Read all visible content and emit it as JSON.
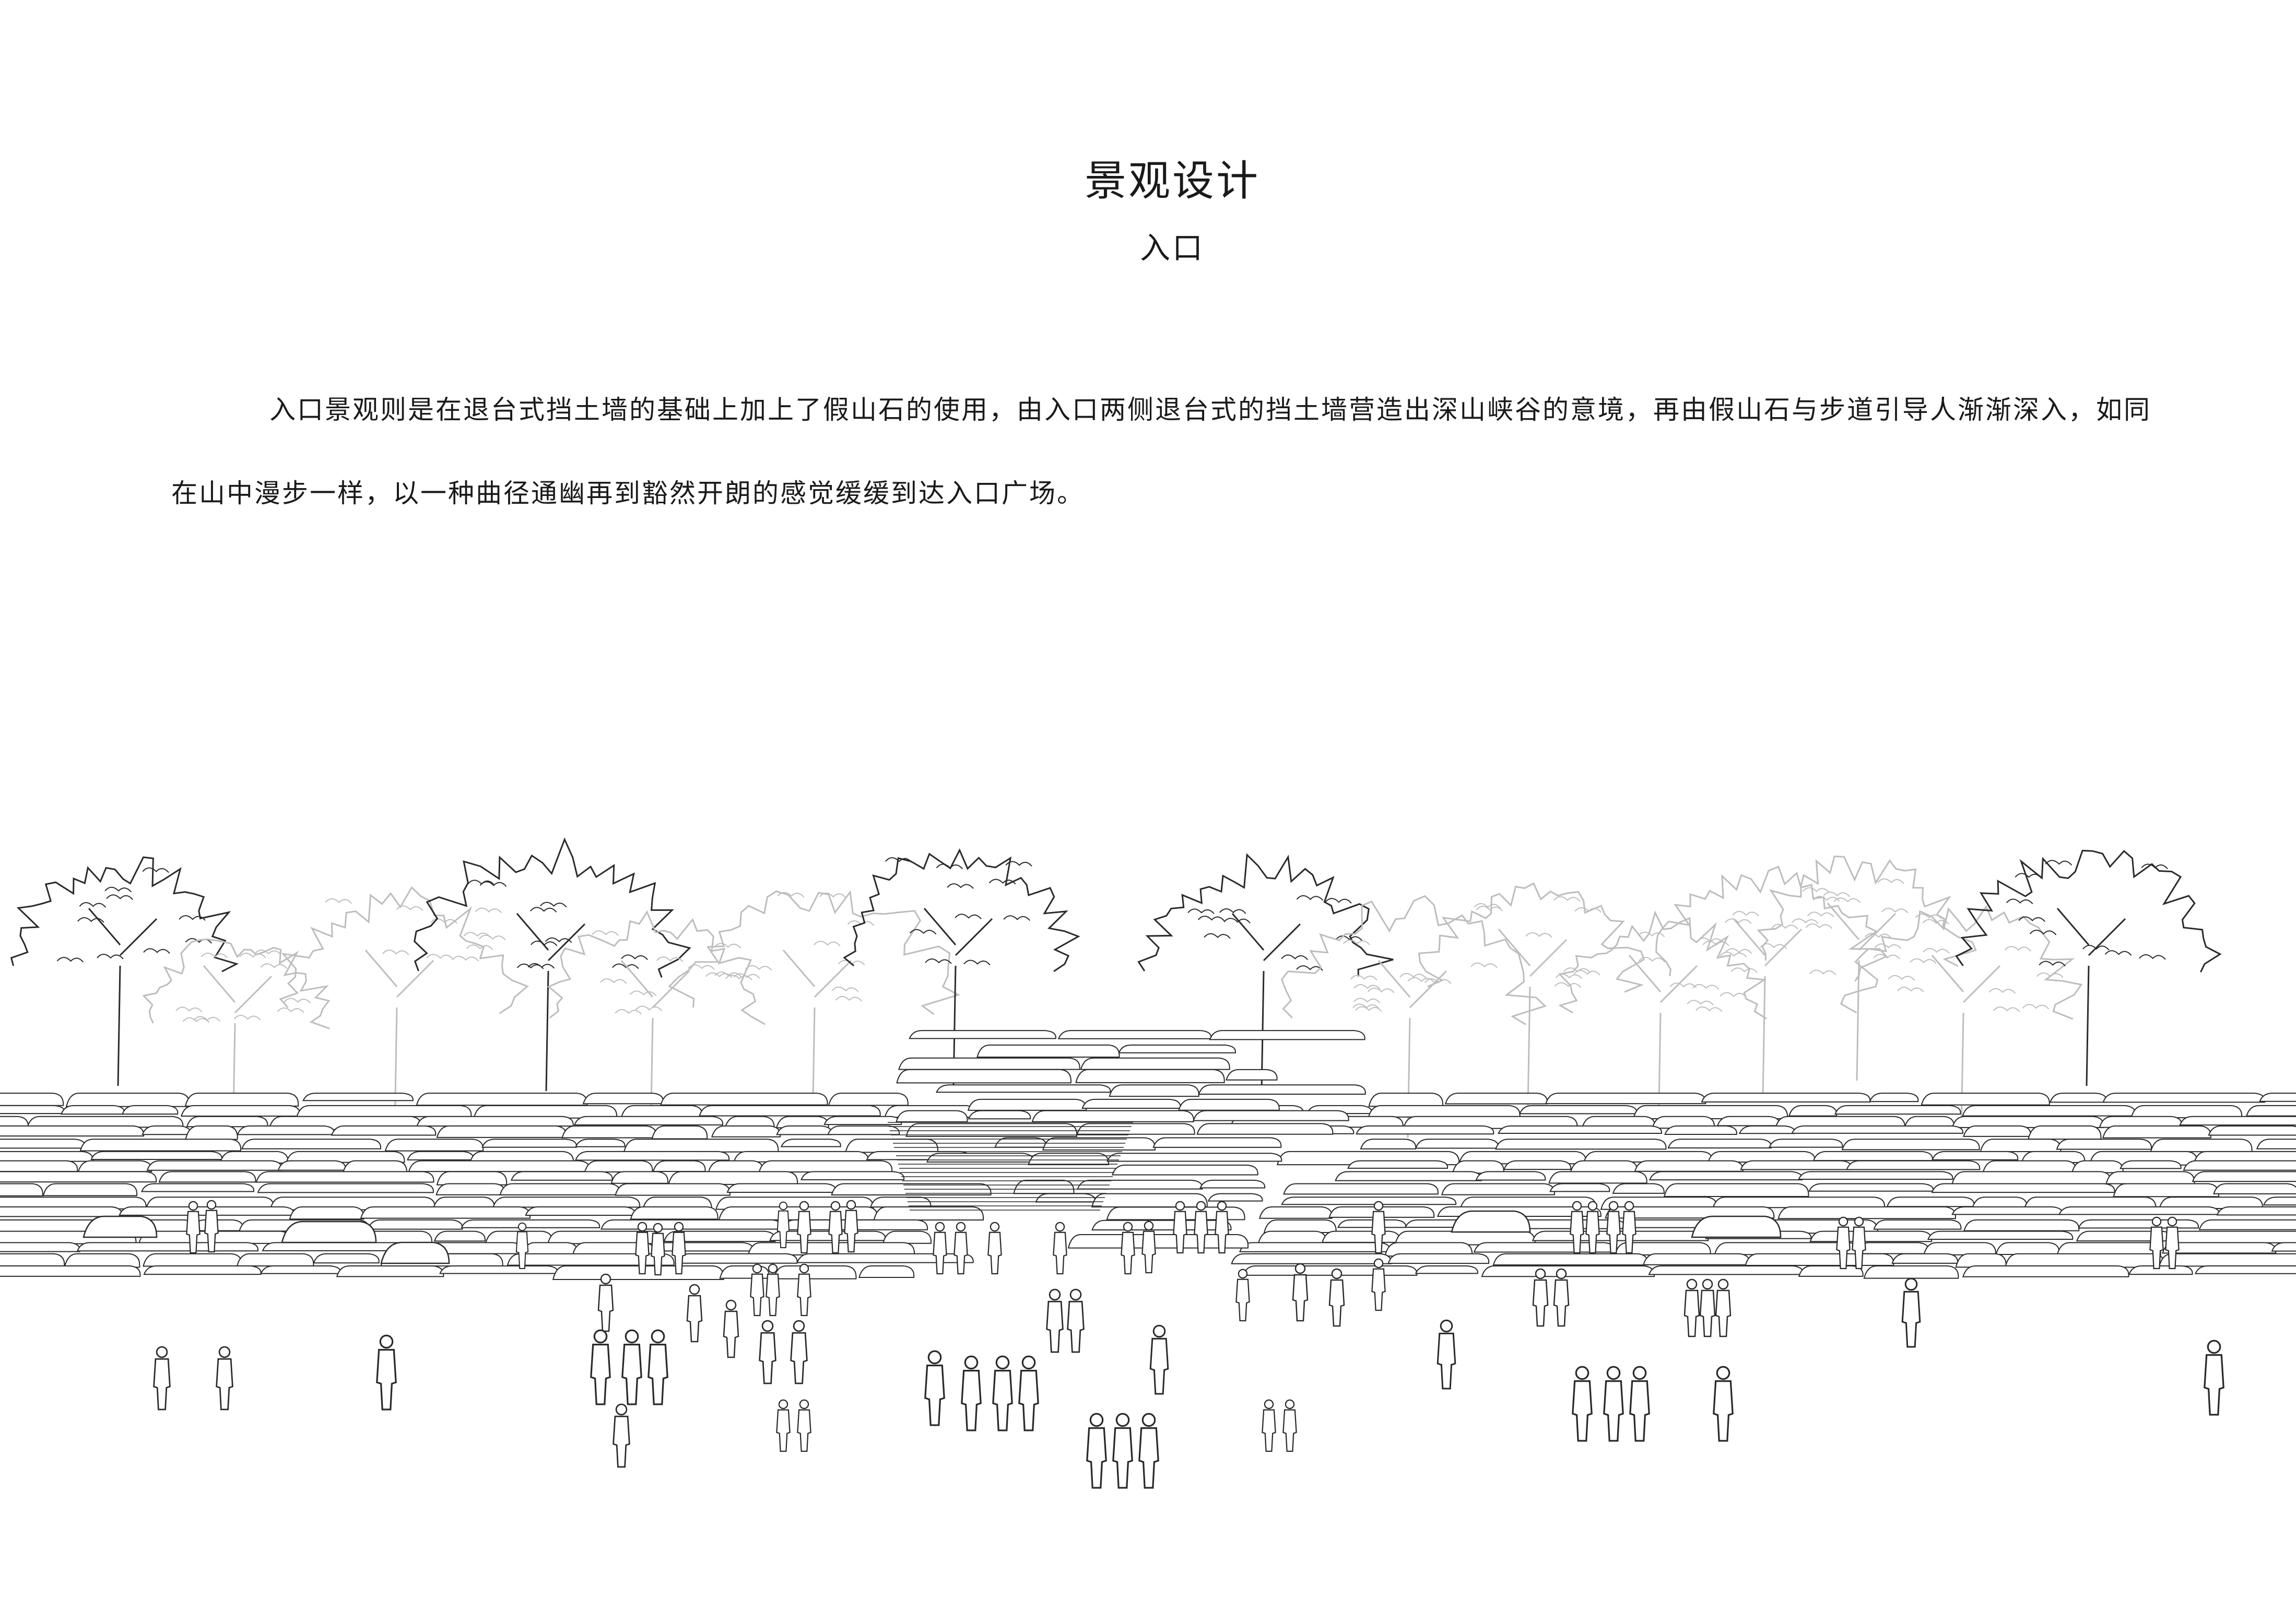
{
  "document": {
    "title": "景观设计",
    "subtitle": "入口",
    "paragraph": "入口景观则是在退台式挡土墙的基础上加上了假山石的使用，由入口两侧退台式的挡土墙营造出深山峡谷的意境，再由假山石与步道引导人渐渐深入，如同在山中漫步一样，以一种曲径通幽再到豁然开朗的感觉缓缓到达入口广场。"
  },
  "illustration": {
    "subject": "entrance landscape elevation sketch",
    "line_color": "#2a2a2a",
    "light_line_color": "#bdbdbd"
  }
}
